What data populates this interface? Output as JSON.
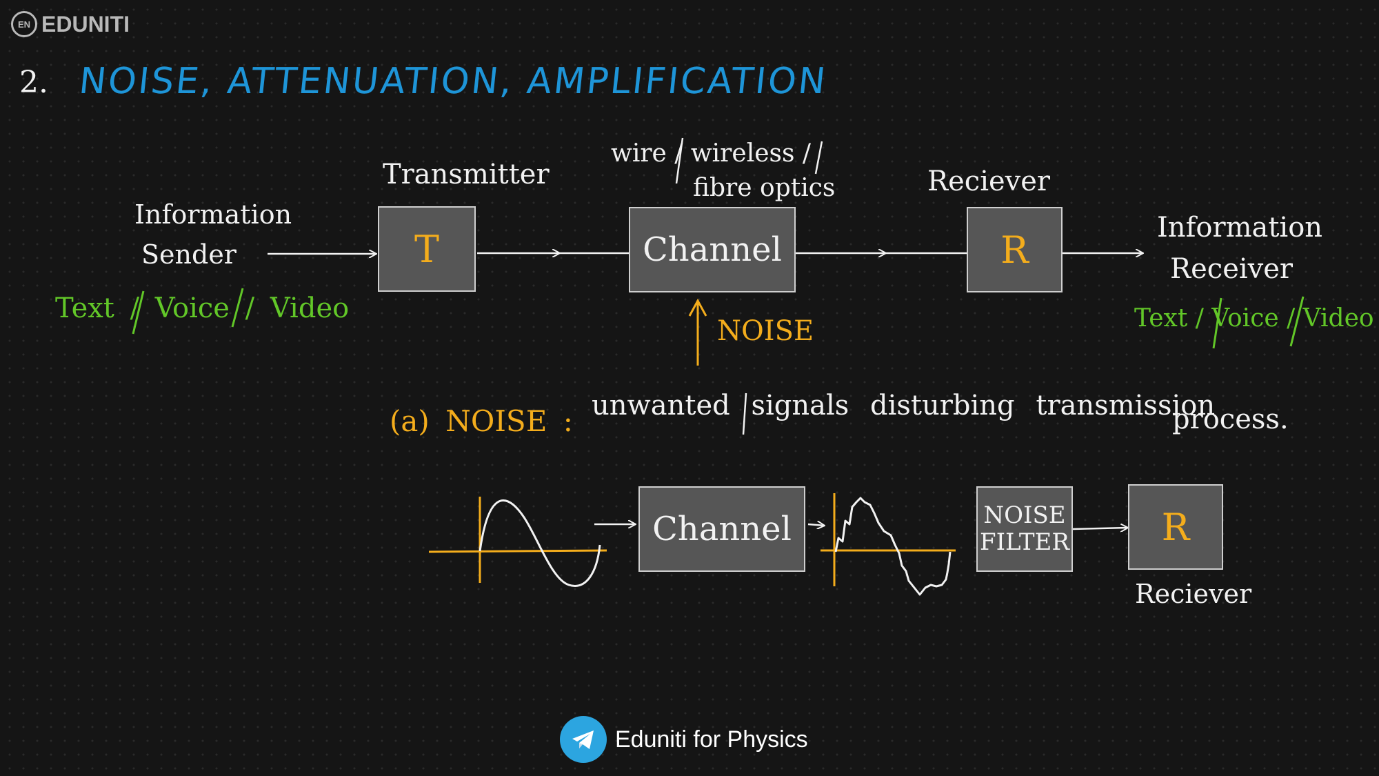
{
  "logo": {
    "badge": "EN",
    "name": "EDUNITI"
  },
  "heading": {
    "number": "2.",
    "title": "NOISE, ATTENUATION, AMPLIFICATION"
  },
  "top_diagram": {
    "sender_line1": "Information",
    "sender_line2": "Sender",
    "sender_types": "Text / Voice / Video",
    "transmitter_label": "Transmitter",
    "transmitter_box": "T",
    "channel_type_line1": "wire / wireless /",
    "channel_type_line2": "fibre optics",
    "channel_box": "Channel",
    "noise_label": "NOISE",
    "receiver_label": "Reciever",
    "receiver_box": "R",
    "receiver_line1": "Information",
    "receiver_line2": "Receiver",
    "receiver_types": "Text / Voice / Video"
  },
  "definition": {
    "prefix": "(a) NOISE :",
    "text_line1": "unwanted signals disturbing transmission",
    "text_line2": "process."
  },
  "bottom_diagram": {
    "channel_box": "Channel",
    "filter_line1": "NOISE",
    "filter_line2": "FILTER",
    "receiver_box": "R",
    "receiver_label": "Reciever"
  },
  "footer": {
    "text": "Eduniti for Physics"
  },
  "colors": {
    "background": "#151515",
    "box_fill": "#565656",
    "heading": "#1e95d8",
    "green": "#62c728",
    "orange": "#f4ad1c",
    "white": "#f2f2f2",
    "telegram": "#2ca5e0"
  },
  "icons": {
    "logo": "eduniti-logo-icon",
    "footer": "telegram-icon"
  }
}
